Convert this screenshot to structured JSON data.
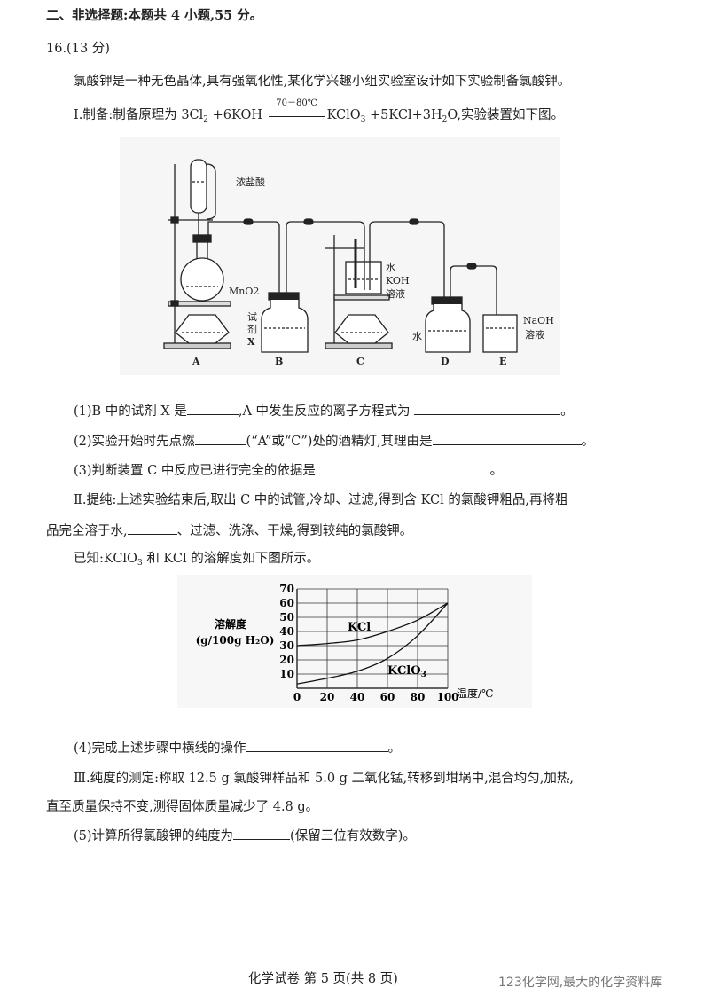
{
  "section_header": "二、非选择题:本题共 4 小题,55 分。",
  "question": {
    "number": "16.(13 分)",
    "intro": "氯酸钾是一种无色晶体,具有强氧化性,某化学兴趣小组实验室设计如下实验制备氯酸钾。",
    "part1": {
      "prefix": "Ⅰ.制备:制备原理为 3Cl",
      "s1": "2",
      "mid1": " +6KOH ",
      "condition": "70－80℃",
      "mid2": "KClO",
      "s2": "3",
      "mid3": " +5KCl+3H",
      "s3": "2",
      "suffix": "O,实验装置如下图。"
    },
    "apparatus_labels": {
      "conc_hcl": "浓盐酸",
      "mno2": "MnO2",
      "reagent1": "试",
      "reagent2": "剂",
      "reagent3": "X",
      "water_c": "水",
      "koh": "KOH",
      "koh_sol": "溶液",
      "water_d": "水",
      "naoh": "NaOH",
      "naoh_sol": "溶液",
      "A": "A",
      "B": "B",
      "C": "C",
      "D": "D",
      "E": "E"
    },
    "q1_a": "(1)B 中的试剂 X 是",
    "q1_b": ",A 中发生反应的离子方程式为",
    "q1_end": "。",
    "q2_a": "(2)实验开始时先点燃",
    "q2_b": "(“A”或“C”)处的酒精灯,其理由是",
    "q2_end": "。",
    "q3_a": "(3)判断装置 C 中反应已进行完全的依据是",
    "q3_end": "。",
    "part2_line1": "Ⅱ.提纯:上述实验结束后,取出 C 中的试管,冷却、过滤,得到含 KCl 的氯酸钾粗品,再将粗",
    "part2_line2_a": "品完全溶于水,",
    "part2_line2_b": "、过滤、洗涤、干燥,得到较纯的氯酸钾。",
    "known_a": "已知:KClO",
    "known_sub": "3",
    "known_b": " 和 KCl 的溶解度如下图所示。",
    "q4_a": "(4)完成上述步骤中横线的操作",
    "q4_end": "。",
    "part3_line1": "Ⅲ.纯度的测定:称取 12.5 g 氯酸钾样品和 5.0 g 二氧化锰,转移到坩埚中,混合均匀,加热,",
    "part3_line2": "直至质量保持不变,测得固体质量减少了 4.8 g。",
    "q5_a": "(5)计算所得氯酸钾的纯度为",
    "q5_b": "(保留三位有效数字)。"
  },
  "chart_data": {
    "type": "line",
    "title": "",
    "ylabel_line1": "溶解度",
    "ylabel_line2": "(g/100g H₂O)",
    "xlabel": "温度/℃",
    "x": [
      0,
      20,
      40,
      60,
      80,
      100
    ],
    "xticks": [
      "0",
      "20",
      "40",
      "60",
      "80",
      "100"
    ],
    "yticks": [
      "10",
      "20",
      "30",
      "40",
      "50",
      "60",
      "70"
    ],
    "xlim": [
      0,
      100
    ],
    "ylim": [
      0,
      70
    ],
    "grid": true,
    "series": [
      {
        "name": "KCl",
        "values": [
          30,
          31.5,
          34,
          40,
          48,
          60
        ]
      },
      {
        "name": "KClO3",
        "label_main": "KClO",
        "label_sub": "3",
        "values": [
          3,
          7,
          12,
          21,
          37,
          60
        ]
      }
    ]
  },
  "footer": {
    "page_text": "化学试卷 第  5  页(共 8 页)",
    "watermark": "123化学网,最大的化学资料库"
  }
}
